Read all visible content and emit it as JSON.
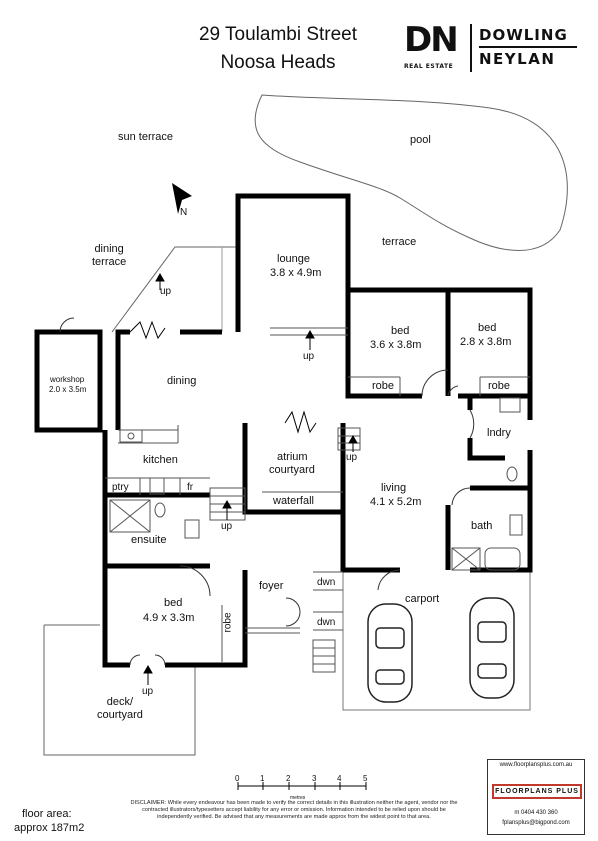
{
  "header": {
    "address_line1": "29 Toulambi Street",
    "address_line2": "Noosa Heads"
  },
  "logo": {
    "initials": "DN",
    "sub": "REAL ESTATE",
    "name1": "DOWLING",
    "name2": "NEYLAN"
  },
  "compass": {
    "label": "N"
  },
  "rooms": {
    "pool": "pool",
    "sun_terrace": "sun terrace",
    "terrace": "terrace",
    "dining_terrace": "dining\nterrace",
    "lounge": "lounge",
    "lounge_size": "3.8 x 4.9m",
    "bed1": "bed",
    "bed1_size": "3.6 x 3.8m",
    "bed2": "bed",
    "bed2_size": "2.8 x 3.8m",
    "robe1": "robe",
    "robe2": "robe",
    "workshop": "workshop",
    "workshop_size": "2.0 x 3.5m",
    "dining": "dining",
    "kitchen": "kitchen",
    "ptry": "ptry",
    "fr": "fr",
    "atrium": "atrium",
    "courtyard": "courtyard",
    "waterfall": "waterfall",
    "lndry": "lndry",
    "living": "living",
    "living_size": "4.1 x 5.2m",
    "bath": "bath",
    "ensuite": "ensuite",
    "foyer": "foyer",
    "dwn1": "dwn",
    "dwn2": "dwn",
    "carport": "carport",
    "bed3": "bed",
    "bed3_size": "4.9 x 3.3m",
    "robe3": "robe",
    "deck": "deck/\ncourtyard",
    "up": "up"
  },
  "scale": {
    "ticks": [
      "0",
      "1",
      "2",
      "3",
      "4",
      "5"
    ],
    "unit": "metres"
  },
  "disclaimer": "DISCLAIMER: While every endeavour has been made to verify the correct details in this illustration neither the agent, vendor nor the contracted illustrators/typesetters accept liability for any error or omission. Information intended to be relied upon should be independently verified. Be advised that any measurements are made approx from the widest point to that area.",
  "floor_area": {
    "label": "floor area:",
    "value": "approx 187m2"
  },
  "badge": {
    "url": "www.floorplansplus.com.au",
    "name": "FLOORPLANS PLUS",
    "phone": "m 0404 430 360",
    "email": "fplansplus@bigpond.com"
  }
}
